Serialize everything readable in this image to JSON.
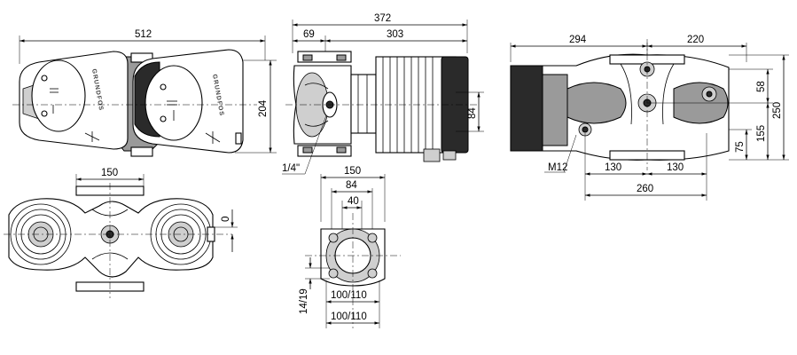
{
  "drawing": {
    "dimensions": {
      "overall_length": "512",
      "overall_height": "204",
      "side_length": "372",
      "flange_offset": "69",
      "motor_length": "303",
      "center_offset": "84",
      "port_thread": "1/4\"",
      "top_flange_width": "150",
      "flange_width": "150",
      "flange_bolt_offset": "84",
      "flange_inner": "40",
      "bore_center": "0",
      "bolt_hole": "14/19",
      "bolt_circle_inner": "100/110",
      "bolt_circle_outer": "100/110",
      "rear_width_left": "294",
      "rear_width_right": "220",
      "rear_offset_top": "58",
      "rear_total_height": "250",
      "rear_mid_height": "155",
      "rear_low_height": "75",
      "thread_size": "M12",
      "foot_left": "130",
      "foot_right": "130",
      "foot_total": "260"
    },
    "brand_text": "GRUNDFOS"
  }
}
